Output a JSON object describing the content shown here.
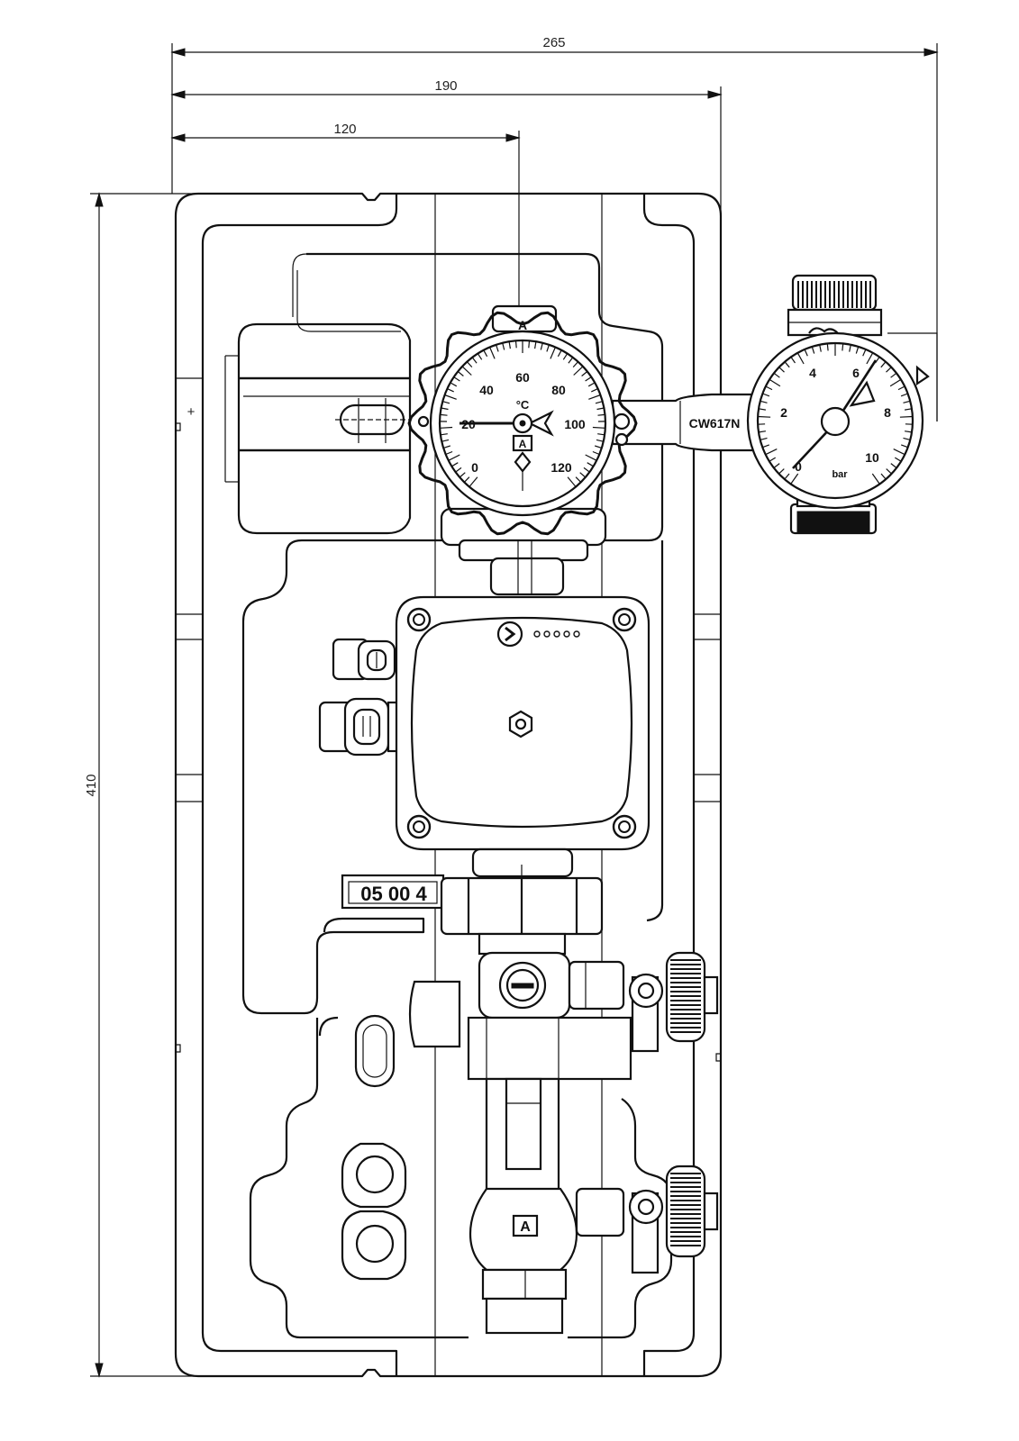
{
  "dimensions": {
    "overall_width": "265",
    "width_to_fitting": "190",
    "width_to_gauge_axis": "120",
    "height": "410"
  },
  "thermometer": {
    "top_mark": "A",
    "unit": "°C",
    "scale": [
      "0",
      "20",
      "40",
      "60",
      "80",
      "100",
      "120"
    ],
    "face_mark": "A"
  },
  "pressure_gauge": {
    "unit": "bar",
    "scale": [
      "0",
      "2",
      "4",
      "6",
      "8",
      "10"
    ]
  },
  "fitting_label": "CW617N",
  "product_code": "05 00 4",
  "valve_mark": "A",
  "icons": {
    "pump_logo": "chevron-right-icon"
  }
}
